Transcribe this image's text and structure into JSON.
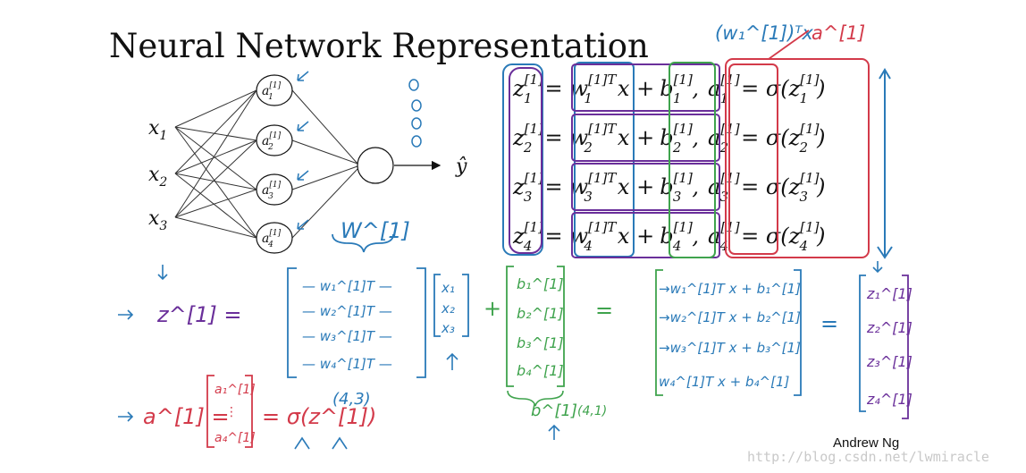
{
  "title": "Neural Network Representation",
  "network": {
    "inputs": [
      "x",
      "x",
      "x"
    ],
    "input_subs": [
      "1",
      "2",
      "3"
    ],
    "hidden_var": "a",
    "hidden_sup": "[1]",
    "hidden_subs": [
      "1",
      "2",
      "3",
      "4"
    ],
    "output": "ŷ"
  },
  "equations": {
    "z_var": "z",
    "w_var": "w",
    "b_var": "b",
    "a_var": "a",
    "sup": "[1]",
    "supT": "[1]T",
    "x_plus": "x +",
    "eq": "=",
    "comma": ",",
    "sigma_open": "= σ(",
    "close": ")",
    "subs": [
      "1",
      "2",
      "3",
      "4"
    ]
  },
  "annotations": {
    "wTx": "(w₁^[1])ᵀx",
    "a1_top": "a^[1]",
    "W_label": "W^[1]",
    "dims_W": "(4,3)",
    "dims_b": "(4,1)",
    "z_lhs": "z^[1] =",
    "plus": "+",
    "equals": "=",
    "equals2": "=",
    "b_label": "b^[1]",
    "sigma_z": "= σ(z^[1])",
    "a_lhs": "a^[1] =",
    "W_rows": [
      "w₁^[1]T",
      "w₂^[1]T",
      "w₃^[1]T",
      "w₄^[1]T"
    ],
    "x_vec": [
      "x₁",
      "x₂",
      "x₃"
    ],
    "b_vec": [
      "b₁^[1]",
      "b₂^[1]",
      "b₃^[1]",
      "b₄^[1]"
    ],
    "res_rows": [
      "→w₁^[1]T x + b₁^[1]",
      "→w₂^[1]T x + b₂^[1]",
      "→w₃^[1]T x + b₃^[1]",
      "w₄^[1]T x + b₄^[1]"
    ],
    "z_vec": [
      "z₁^[1]",
      "z₂^[1]",
      "z₃^[1]",
      "z₄^[1]"
    ],
    "a_vec": [
      "a₁^[1]",
      "⋮",
      "a₄^[1]"
    ]
  },
  "credit": "Andrew Ng",
  "watermark": "http://blog.csdn.net/lwmiracle",
  "colors": {
    "blue": "#2a7ab8",
    "purple": "#6a2f9a",
    "green": "#3fa34d",
    "red": "#d33a4a",
    "black": "#111111"
  }
}
